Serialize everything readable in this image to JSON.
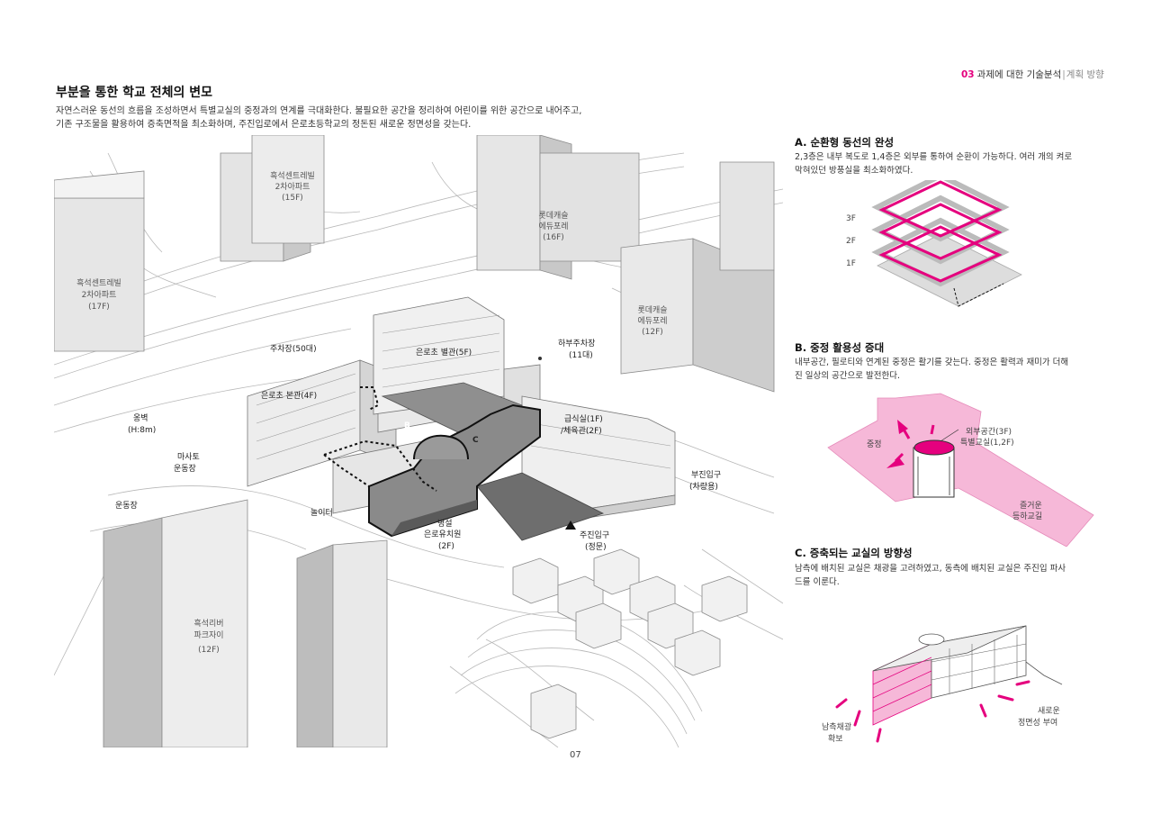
{
  "header": {
    "number": "03",
    "title": "과제에 대한 기술분석",
    "separator": "|",
    "subtitle": "계획 방향"
  },
  "page_title": "부분을 통한 학교 전체의 변모",
  "intro_lines": [
    "자연스러운 동선의 흐름을 조성하면서 특별교실의 중정과의 연계를 극대화한다. 불필요한 공간을 정리하여 어린이를 위한 공간으로 내어주고,",
    "기존 구조물을 활용하여 증축면적을 최소화하며, 주진입로에서 은로초등학교의 정돈된 새로운 정면성을 갖는다."
  ],
  "main_map": {
    "buildings": [
      {
        "name": "흑석센트레빌",
        "sub": "2차아파트",
        "floors": "(15F)"
      },
      {
        "name": "흑석센트레빌",
        "sub": "2차아파트",
        "floors": "(17F)"
      },
      {
        "name": "롯데캐슬",
        "sub": "에듀포레",
        "floors": "(16F)"
      },
      {
        "name": "롯데캐슬",
        "sub": "에듀포레",
        "floors": "(12F)"
      },
      {
        "name": "흑석리버",
        "sub": "파크자이",
        "floors": "(12F)"
      }
    ],
    "labels": {
      "parking": "주차장(50대)",
      "annex": "은로초 별관(5F)",
      "lower_parking": "하부주차장",
      "lower_parking_count": "(11대)",
      "main_building": "은로초 본관(4F)",
      "retaining_wall": "옹벽",
      "retaining_wall_height": "(H:8m)",
      "masato": "마사토",
      "field": "운동장",
      "cafeteria": "급식실(1F)",
      "gym": "/체육관(2F)",
      "sub_entrance": "부진입구",
      "sub_entrance_note": "(차량용)",
      "playground_field": "운동장",
      "play_area": "놀이터",
      "kindergarten_1": "병설",
      "kindergarten_2": "은로유치원",
      "kindergarten_3": "(2F)",
      "main_entrance": "주진입구",
      "main_entrance_note": "(정문)",
      "marker_b": "B",
      "marker_c": "C"
    }
  },
  "sections": [
    {
      "title": "A. 순환형 동선의 완성",
      "lines": [
        "2,3층은 내부 복도로 1,4층은 외부를 통하여 순환이 가능하다. 여러 개의 켜로",
        "막혀있던 방풍실을 최소화하였다."
      ],
      "floor_labels": [
        "3F",
        "2F",
        "1F"
      ]
    },
    {
      "title": "B. 중정 활용성 증대",
      "lines": [
        "내부공간, 필로티와 연계된 중정은 활기를 갖는다. 중정은 활력과 재미가 더해",
        "진 일상의 공간으로 발전한다."
      ],
      "labels": {
        "courtyard": "중정",
        "outdoor_1": "외부공간(3F)",
        "outdoor_2": "특별교실(1,2F)",
        "road_1": "즐거운",
        "road_2": "등하교길"
      }
    },
    {
      "title": "C. 증축되는 교실의 방향성",
      "lines": [
        "남측에 배치된 교실은 채광을 고려하였고, 동측에 배치된 교실은 주진입 파사",
        "드를 이룬다."
      ],
      "labels": {
        "south_1": "남측채광",
        "south_2": "확보",
        "front_1": "새로운",
        "front_2": "정면성 부여"
      }
    }
  ],
  "page_number": "07",
  "colors": {
    "accent": "#e5007e",
    "pink_light": "#f6b8d8",
    "dark_gray": "#6e6e6e",
    "line_gray": "#b5b5b5"
  }
}
